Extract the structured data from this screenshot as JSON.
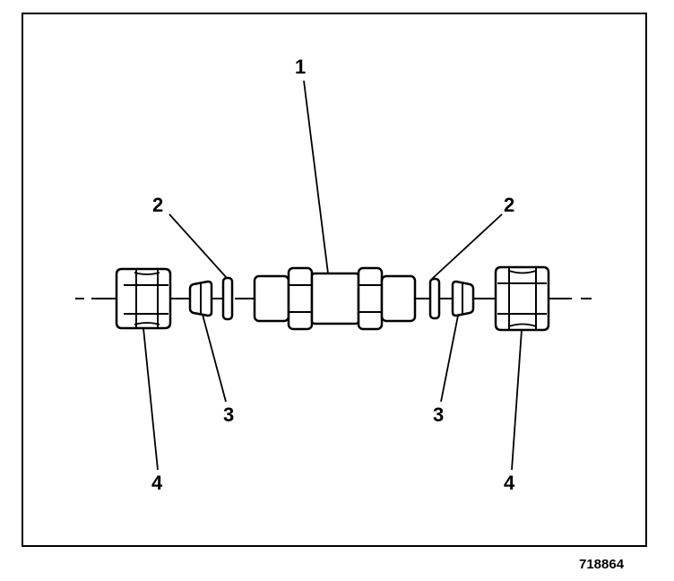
{
  "callouts": {
    "c1": "1",
    "c2_left": "2",
    "c2_right": "2",
    "c3_left": "3",
    "c3_right": "3",
    "c4_left": "4",
    "c4_right": "4"
  },
  "figure_id": "718864",
  "colors": {
    "line": "#000000",
    "background": "#ffffff"
  }
}
